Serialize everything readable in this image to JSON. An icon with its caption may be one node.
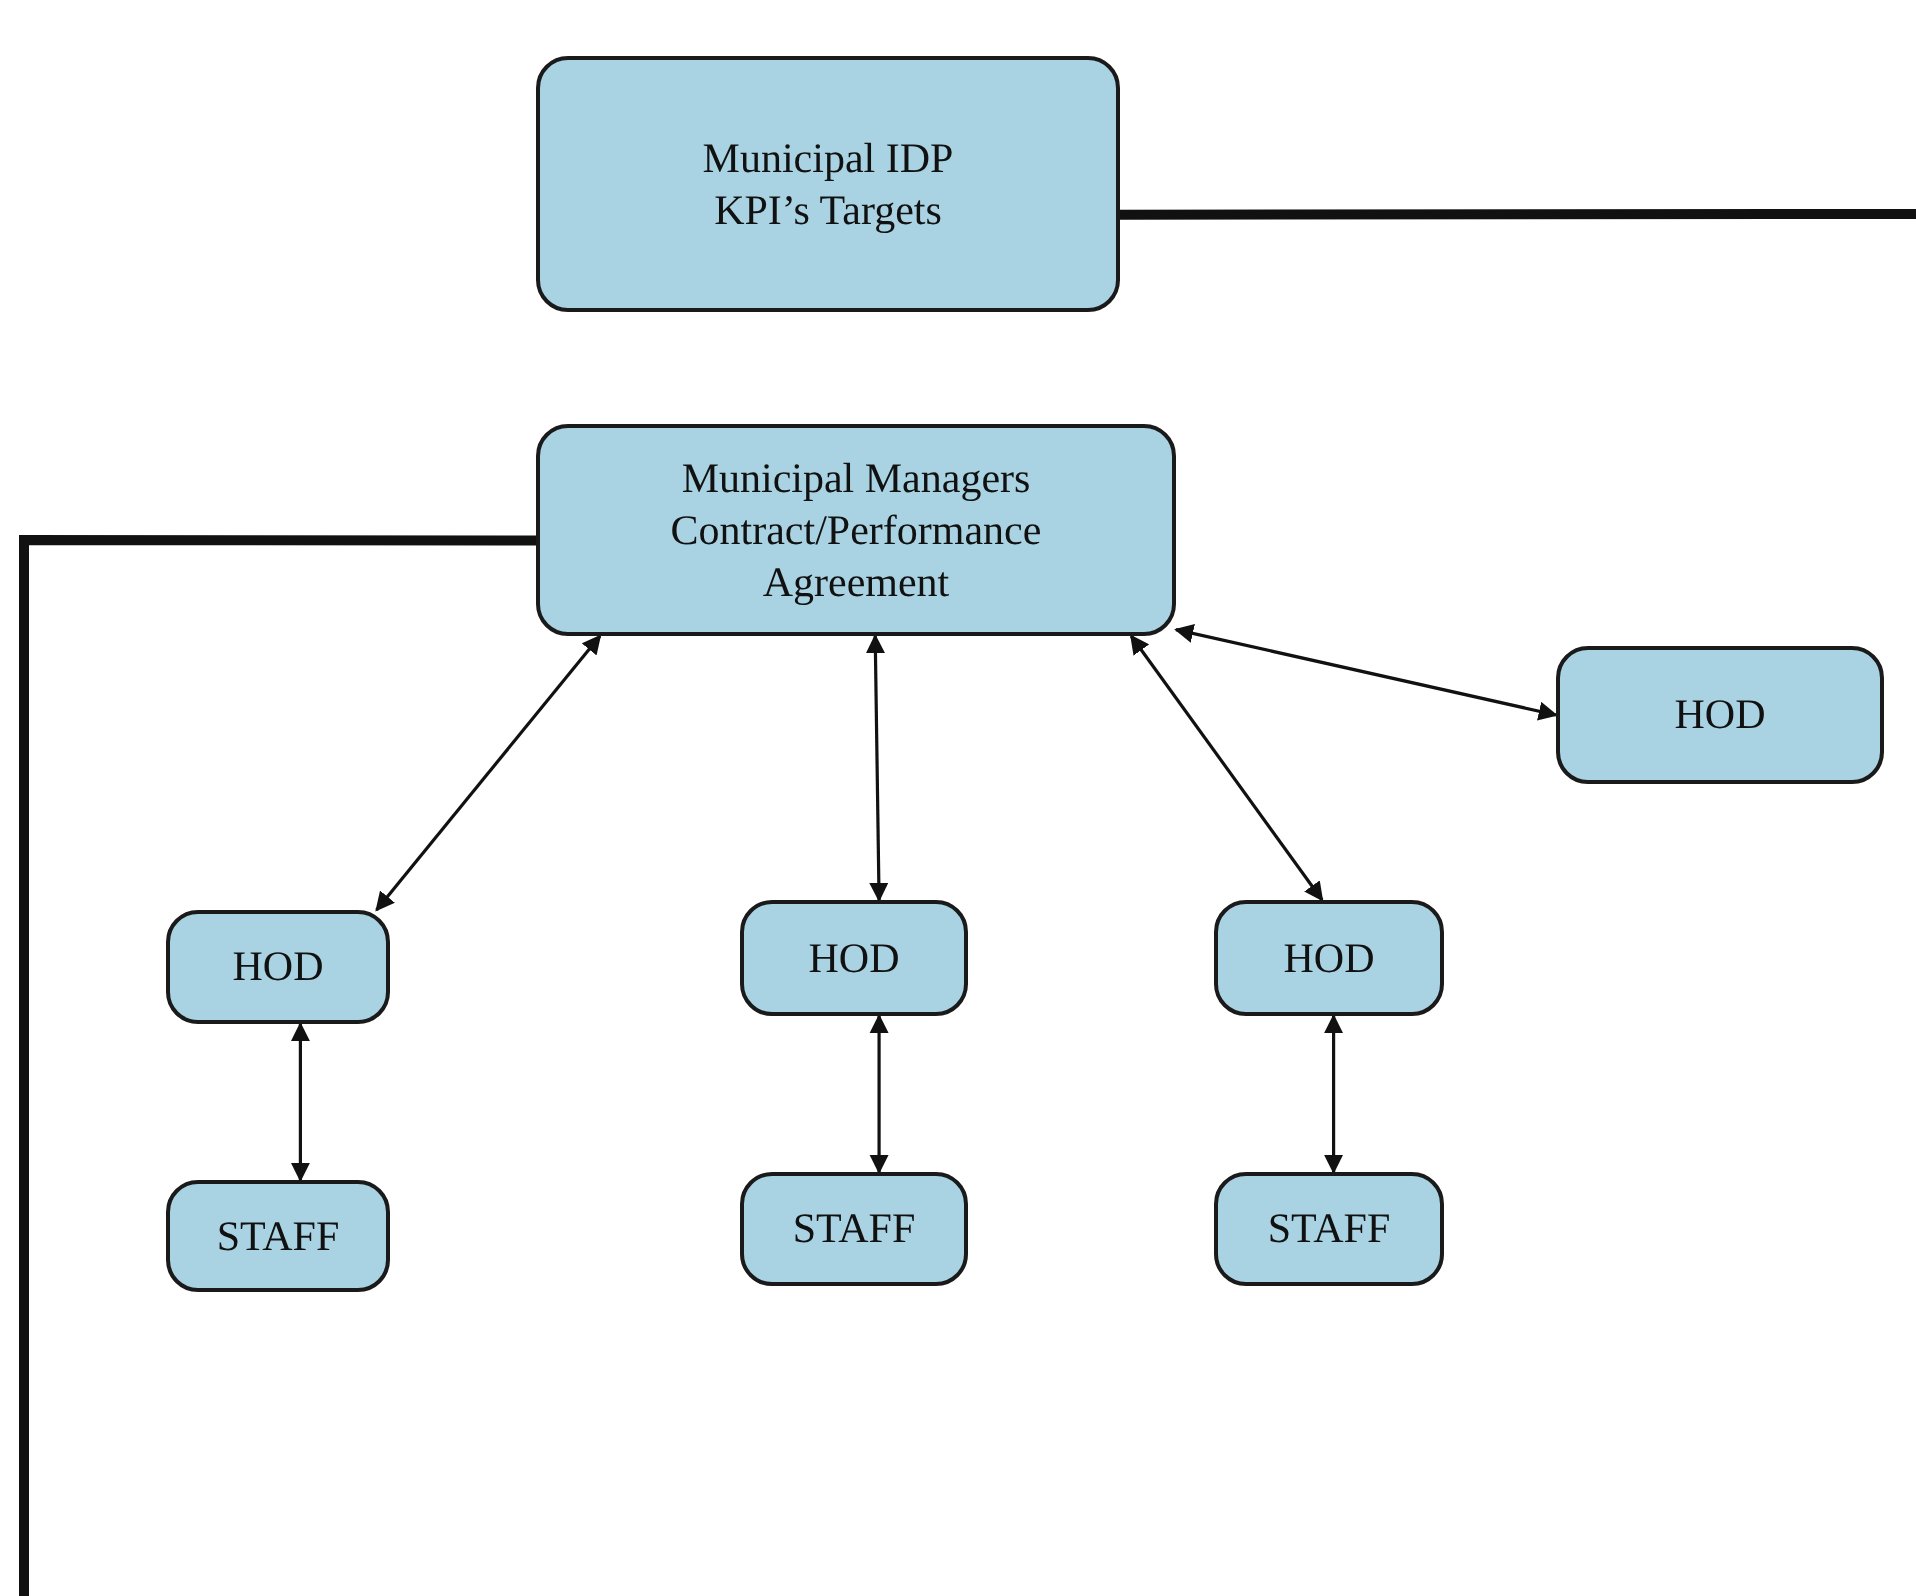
{
  "diagram": {
    "nodes": [
      {
        "text": [
          "Municipal IDP KPI’s Targets"
        ]
      },
      {
        "text": [
          "Municipal Managers Contract/Performance Agreement"
        ]
      },
      {
        "text": [
          "HOD"
        ]
      },
      {
        "text": [
          "HOD"
        ]
      },
      {
        "text": [
          "HOD"
        ]
      },
      {
        "text": [
          "HOD"
        ]
      },
      {
        "text": [
          "STAFF"
        ]
      },
      {
        "text": [
          "STAFF"
        ]
      },
      {
        "text": [
          "STAFF"
        ]
      }
    ],
    "edges": [
      {
        "from": 0,
        "to": null,
        "arrow": "none",
        "style": "thick"
      },
      {
        "from": 1,
        "to": null,
        "arrow": "none",
        "style": "thick"
      },
      {
        "from": 1,
        "to": 2,
        "arrow": "both"
      },
      {
        "from": 1,
        "to": 3,
        "arrow": "both"
      },
      {
        "from": 1,
        "to": 4,
        "arrow": "both"
      },
      {
        "from": 1,
        "to": 5,
        "arrow": "both"
      },
      {
        "from": 3,
        "to": 6,
        "arrow": "both"
      },
      {
        "from": 4,
        "to": 7,
        "arrow": "both"
      },
      {
        "from": 5,
        "to": 8,
        "arrow": "both"
      }
    ]
  }
}
